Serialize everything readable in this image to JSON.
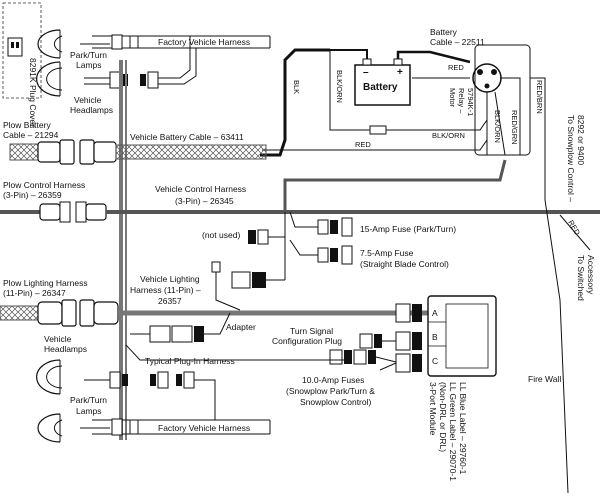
{
  "labels": {
    "plug_cover": "8291K Plug Cover",
    "factory_harness_top": "Factory Vehicle Harness",
    "park_turn_top": "Park/Turn",
    "lamps_top": "Lamps",
    "vehicle_headlamps_top_1": "Vehicle",
    "vehicle_headlamps_top_2": "Headlamps",
    "blk_left": "BLK",
    "blk_orn_left": "BLK/ORN",
    "battery": "Battery",
    "minus": "–",
    "plus": "+",
    "battery_cable_1": "Battery",
    "battery_cable_2": "Cable – 22511",
    "red_top": "RED",
    "motor_relay_1": "Motor",
    "motor_relay_2": "Relay –",
    "motor_relay_3": "5794K-1",
    "red_brn": "RED/BRN",
    "blk_orn_right": "BLK/ORN",
    "red_grn": "RED/GRN",
    "red_mid": "RED",
    "blk_orn_relay": "BLK/ORN",
    "to_snowplow_1": "To Snowplow Control –",
    "to_snowplow_2": "8292 or 9400",
    "plow_battery_1": "Plow Battery",
    "plow_battery_2": "Cable – 21294",
    "vehicle_battery_cable": "Vehicle Battery Cable – 63411",
    "plow_control_1": "Plow Control Harness",
    "plow_control_2": "(3-Pin) – 26359",
    "vehicle_control_1": "Vehicle Control Harness",
    "vehicle_control_2": "(3-Pin) – 26345",
    "not_used": "(not used)",
    "fuse15": "15-Amp Fuse (Park/Turn)",
    "fuse75_1": "7.5-Amp Fuse",
    "fuse75_2": "(Straight Blade Control)",
    "red_right": "RED",
    "to_switched_1": "To Switched",
    "to_switched_2": "Accessory",
    "plow_lighting_1": "Plow Lighting Harness",
    "plow_lighting_2": "(11-Pin) – 26347",
    "vehicle_lighting_1": "Vehicle Lighting",
    "vehicle_lighting_2": "Harness (11-Pin) –",
    "vehicle_lighting_3": "26357",
    "adapter": "Adapter",
    "turn_signal_1": "Turn Signal",
    "turn_signal_2": "Configuration Plug",
    "vehicle_headlamps_bot_1": "Vehicle",
    "vehicle_headlamps_bot_2": "Headlamps",
    "typical_plugin": "Typical Plug-In Harness",
    "park_turn_bot": "Park/Turn",
    "lamps_bot": "Lamps",
    "fuses10_1": "10.0-Amp Fuses",
    "fuses10_2": "(Snowplow Park/Turn &",
    "fuses10_3": "Snowplow Control)",
    "factory_harness_bot": "Factory Vehicle Harness",
    "fire_wall": "Fire Wall",
    "pin_a": "A",
    "pin_b": "B",
    "pin_c": "C",
    "module_1": "3-Port Module",
    "module_2": "(Non-DRL or DRL)",
    "module_3": "LL Green Label – 29070-1",
    "module_4": "LL Blue Label – 29760-1"
  },
  "colors": {
    "wire": "#111111",
    "harness_grey": "#777777",
    "braid": "#555555"
  }
}
